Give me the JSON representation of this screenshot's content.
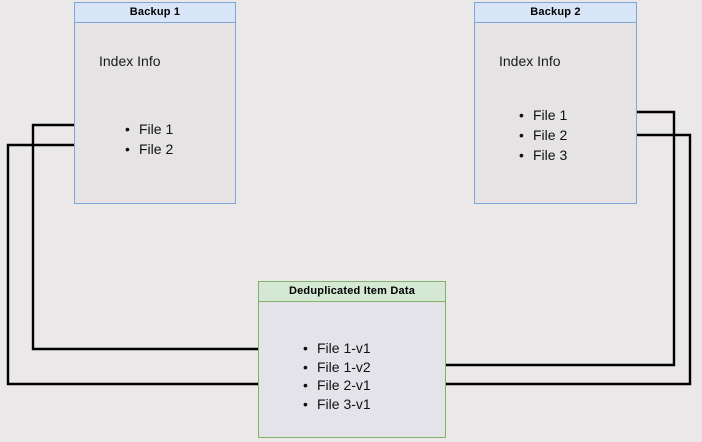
{
  "diagram": {
    "title_hidden": "",
    "background_color": "#eae8e8",
    "boxes": {
      "backup1": {
        "header": "Backup 1",
        "index_label": "Index Info",
        "border_color": "#7ea6d9",
        "header_color": "#d7e5f7",
        "body_color": "#e5e3e3",
        "files": [
          "File 1",
          "File 2"
        ]
      },
      "backup2": {
        "header": "Backup 2",
        "index_label": "Index Info",
        "border_color": "#7ea6d9",
        "header_color": "#d7e5f7",
        "body_color": "#e5e3e3",
        "files": [
          "File 1",
          "File 2",
          "File 3"
        ]
      },
      "dedup": {
        "header": "Deduplicated Item Data",
        "border_color": "#82b366",
        "header_color": "#d5e8d4",
        "body_color": "#e4e3ea",
        "items": [
          "File 1-v1",
          "File 1-v2",
          "File 2-v1",
          "File 3-v1"
        ]
      }
    },
    "connectors": [
      {
        "name": "backup1-file1-to-dedup-file1v1",
        "from": "Backup 1 / File 1",
        "to": "Deduplicated Item Data / File 1-v1",
        "color": "#000000"
      },
      {
        "name": "backup1-file2-to-dedup-file2v1",
        "from": "Backup 1 / File 2",
        "to": "Deduplicated Item Data / File 2-v1",
        "color": "#000000"
      },
      {
        "name": "backup2-file1-to-dedup-file1v2",
        "from": "Backup 2 / File 1",
        "to": "Deduplicated Item Data / File 1-v2",
        "color": "#000000"
      },
      {
        "name": "backup2-file2-to-dedup-file2v1",
        "from": "Backup 2 / File 2",
        "to": "Deduplicated Item Data / File 2-v1",
        "color": "#000000"
      }
    ]
  }
}
